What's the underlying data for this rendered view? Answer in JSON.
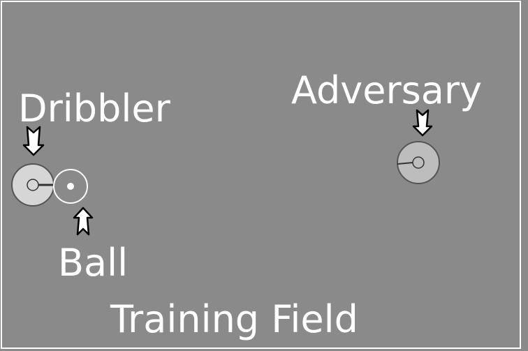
{
  "labels": {
    "dribbler": "Dribbler",
    "adversary": "Adversary",
    "ball": "Ball",
    "field": "Training Field"
  },
  "colors": {
    "background": "#8a8a8a",
    "line": "#ffffff",
    "dribbler_fill": "#d6d6d6",
    "adversary_fill": "#bdbdbd",
    "ball_fill": "#8a8a8a",
    "text": "#ffffff",
    "arrow_fill": "#ffffff",
    "arrow_stroke": "#000000"
  }
}
